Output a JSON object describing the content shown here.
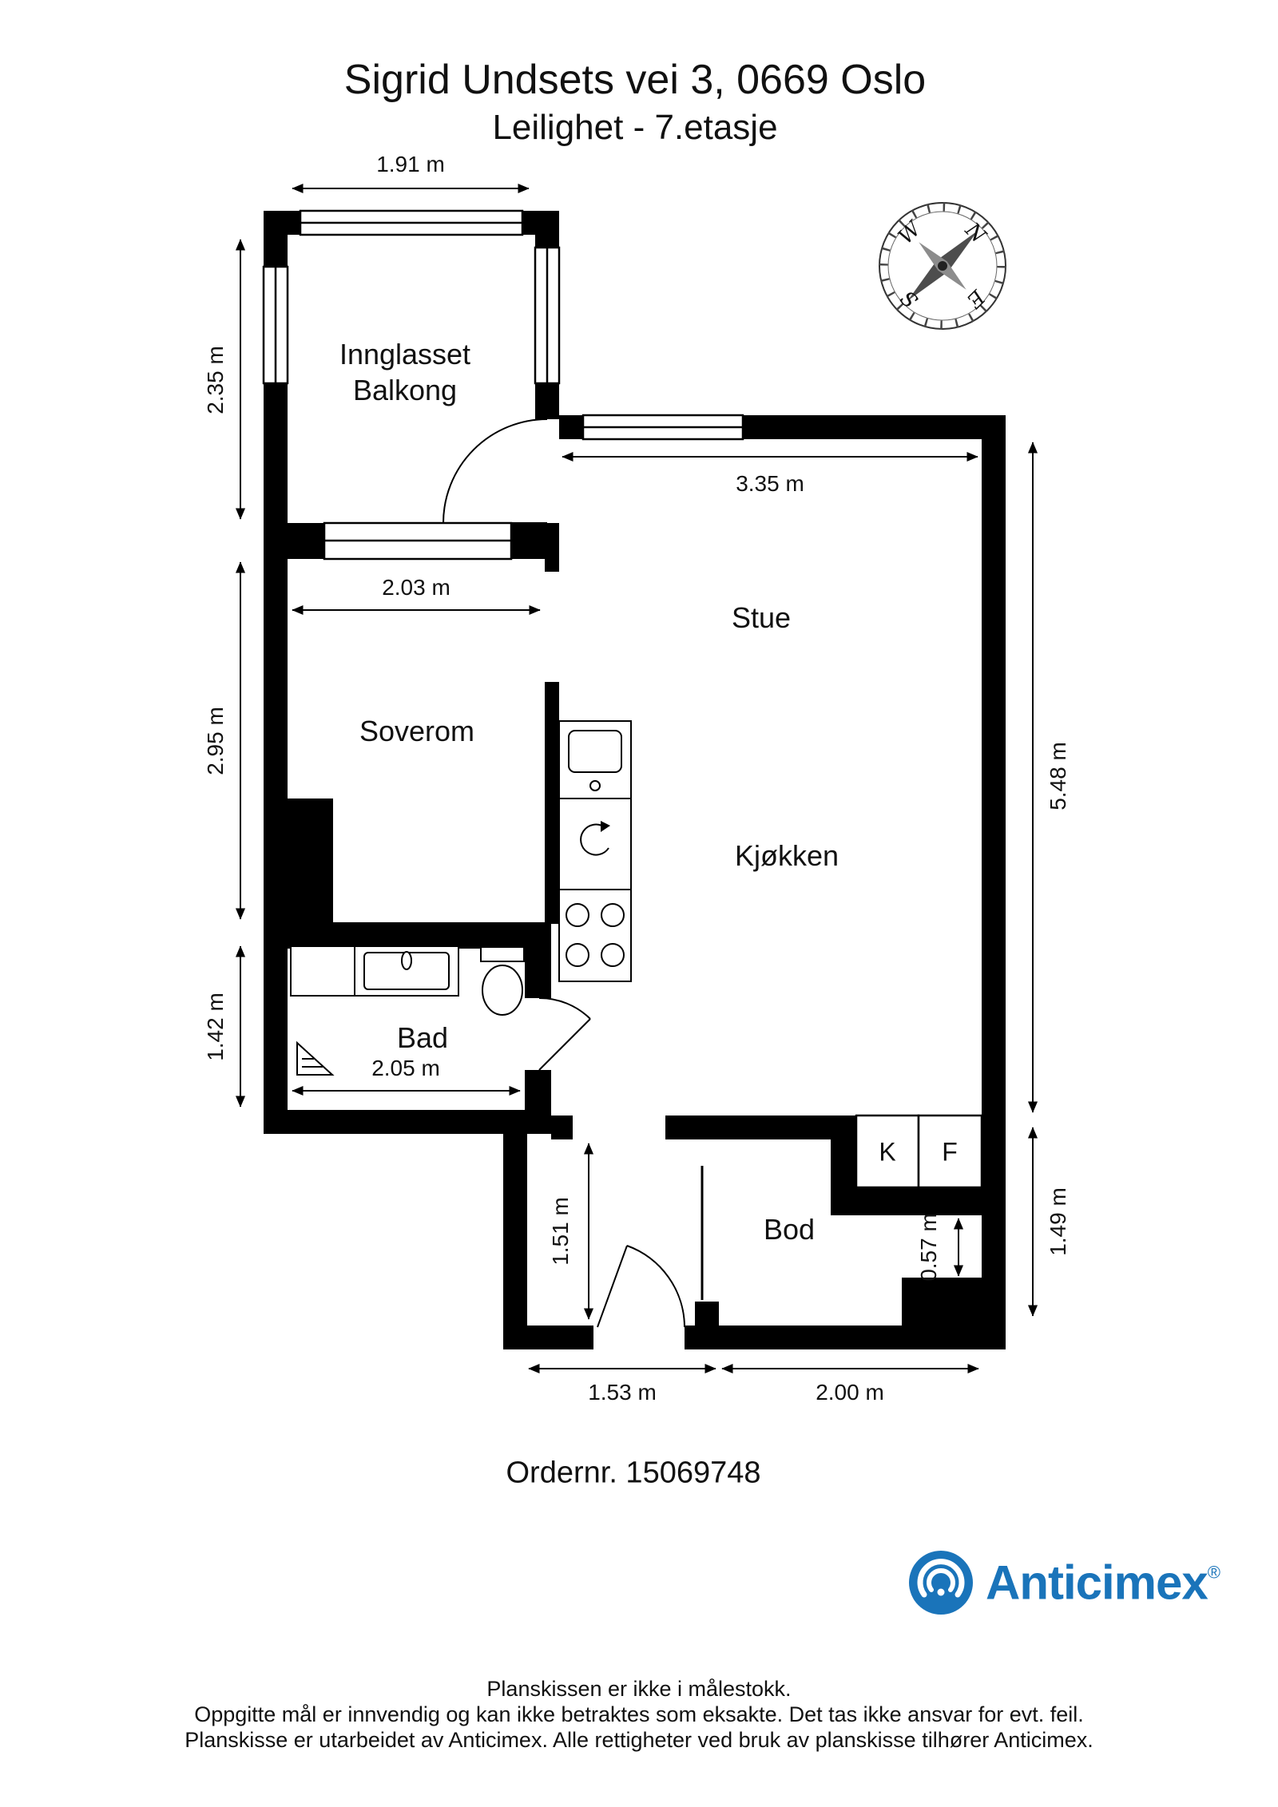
{
  "header": {
    "title": "Sigrid Undsets vei 3, 0669 Oslo",
    "subtitle": "Leilighet  - 7.etasje"
  },
  "rooms": {
    "balcony_line1": "Innglasset",
    "balcony_line2": "Balkong",
    "living_room": "Stue",
    "bedroom": "Soverom",
    "kitchen": "Kjøkken",
    "bathroom": "Bad",
    "storage": "Bod",
    "cabinet_k": "K",
    "cabinet_f": "F"
  },
  "dimensions": {
    "balcony_width": "1.91 m",
    "balcony_depth": "2.35 m",
    "living_width": "3.35 m",
    "main_height": "5.48 m",
    "bedroom_width": "2.03 m",
    "bedroom_height": "2.95 m",
    "bath_height": "1.42 m",
    "bath_width": "2.05 m",
    "hall_height": "1.51 m",
    "cabinet_depth": "0.57 m",
    "lower_right_height": "1.49 m",
    "hall_width": "1.53 m",
    "storage_width": "2.00 m"
  },
  "compass": {
    "north": "N",
    "east": "E",
    "south": "S",
    "west": "W"
  },
  "order": {
    "number": "Ordernr. 15069748"
  },
  "logo": {
    "name": "Anticimex",
    "registered": "®"
  },
  "footer": {
    "line1": "Planskissen er ikke i målestokk.",
    "line2": "Oppgitte mål er innvendig og kan ikke betraktes som eksakte. Det tas ikke ansvar for evt. feil.",
    "line3": "Planskisse er utarbeidet av Anticimex. Alle rettigheter ved bruk av planskisse tilhører Anticimex."
  },
  "colors": {
    "wall": "#000000",
    "logo_blue": "#1a74ba"
  }
}
